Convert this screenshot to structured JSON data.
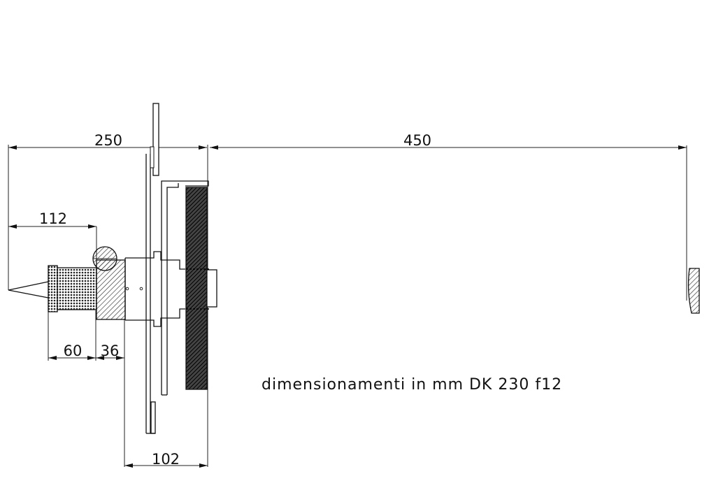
{
  "dimensions": {
    "d250": "250",
    "d450": "450",
    "d112": "112",
    "d60": "60",
    "d36": "36",
    "d102": "102"
  },
  "caption": "dimensionamenti in mm DK 230 f12",
  "colors": {
    "ink": "#111111",
    "paper": "#ffffff"
  }
}
